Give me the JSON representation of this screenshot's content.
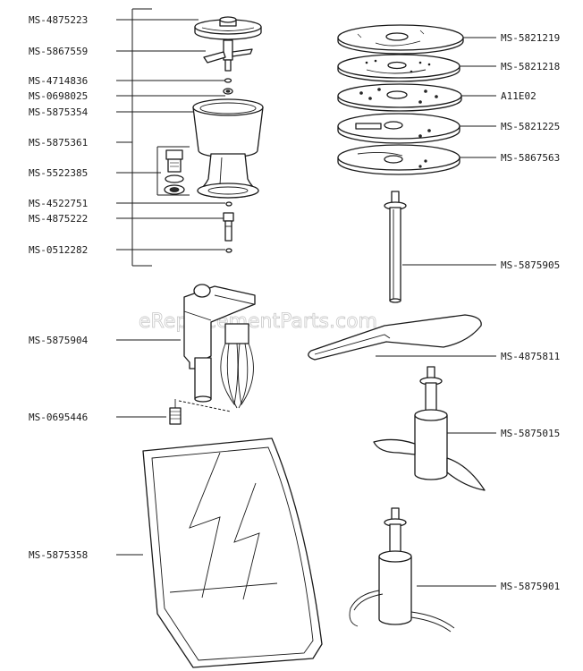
{
  "watermark": "eReplacementParts.com",
  "labels": {
    "l_4875223": "MS-4875223",
    "l_5867559": "MS-5867559",
    "l_4714836": "MS-4714836",
    "l_0698025": "MS-0698025",
    "l_5875354": "MS-5875354",
    "l_5875361": "MS-5875361",
    "l_5522385": "MS-5522385",
    "l_4522751": "MS-4522751",
    "l_4875222": "MS-4875222",
    "l_0512282": "MS-0512282",
    "l_5875904": "MS-5875904",
    "l_0695446": "MS-0695446",
    "l_5875358": "MS-5875358",
    "r_5821219": "MS-5821219",
    "r_5821218": "MS-5821218",
    "r_A11E02": "A11E02",
    "r_5821225": "MS-5821225",
    "r_5867563": "MS-5867563",
    "r_5875905": "MS-5875905",
    "r_4875811": "MS-4875811",
    "r_5875015": "MS-5875015",
    "r_5875901": "MS-5875901"
  }
}
